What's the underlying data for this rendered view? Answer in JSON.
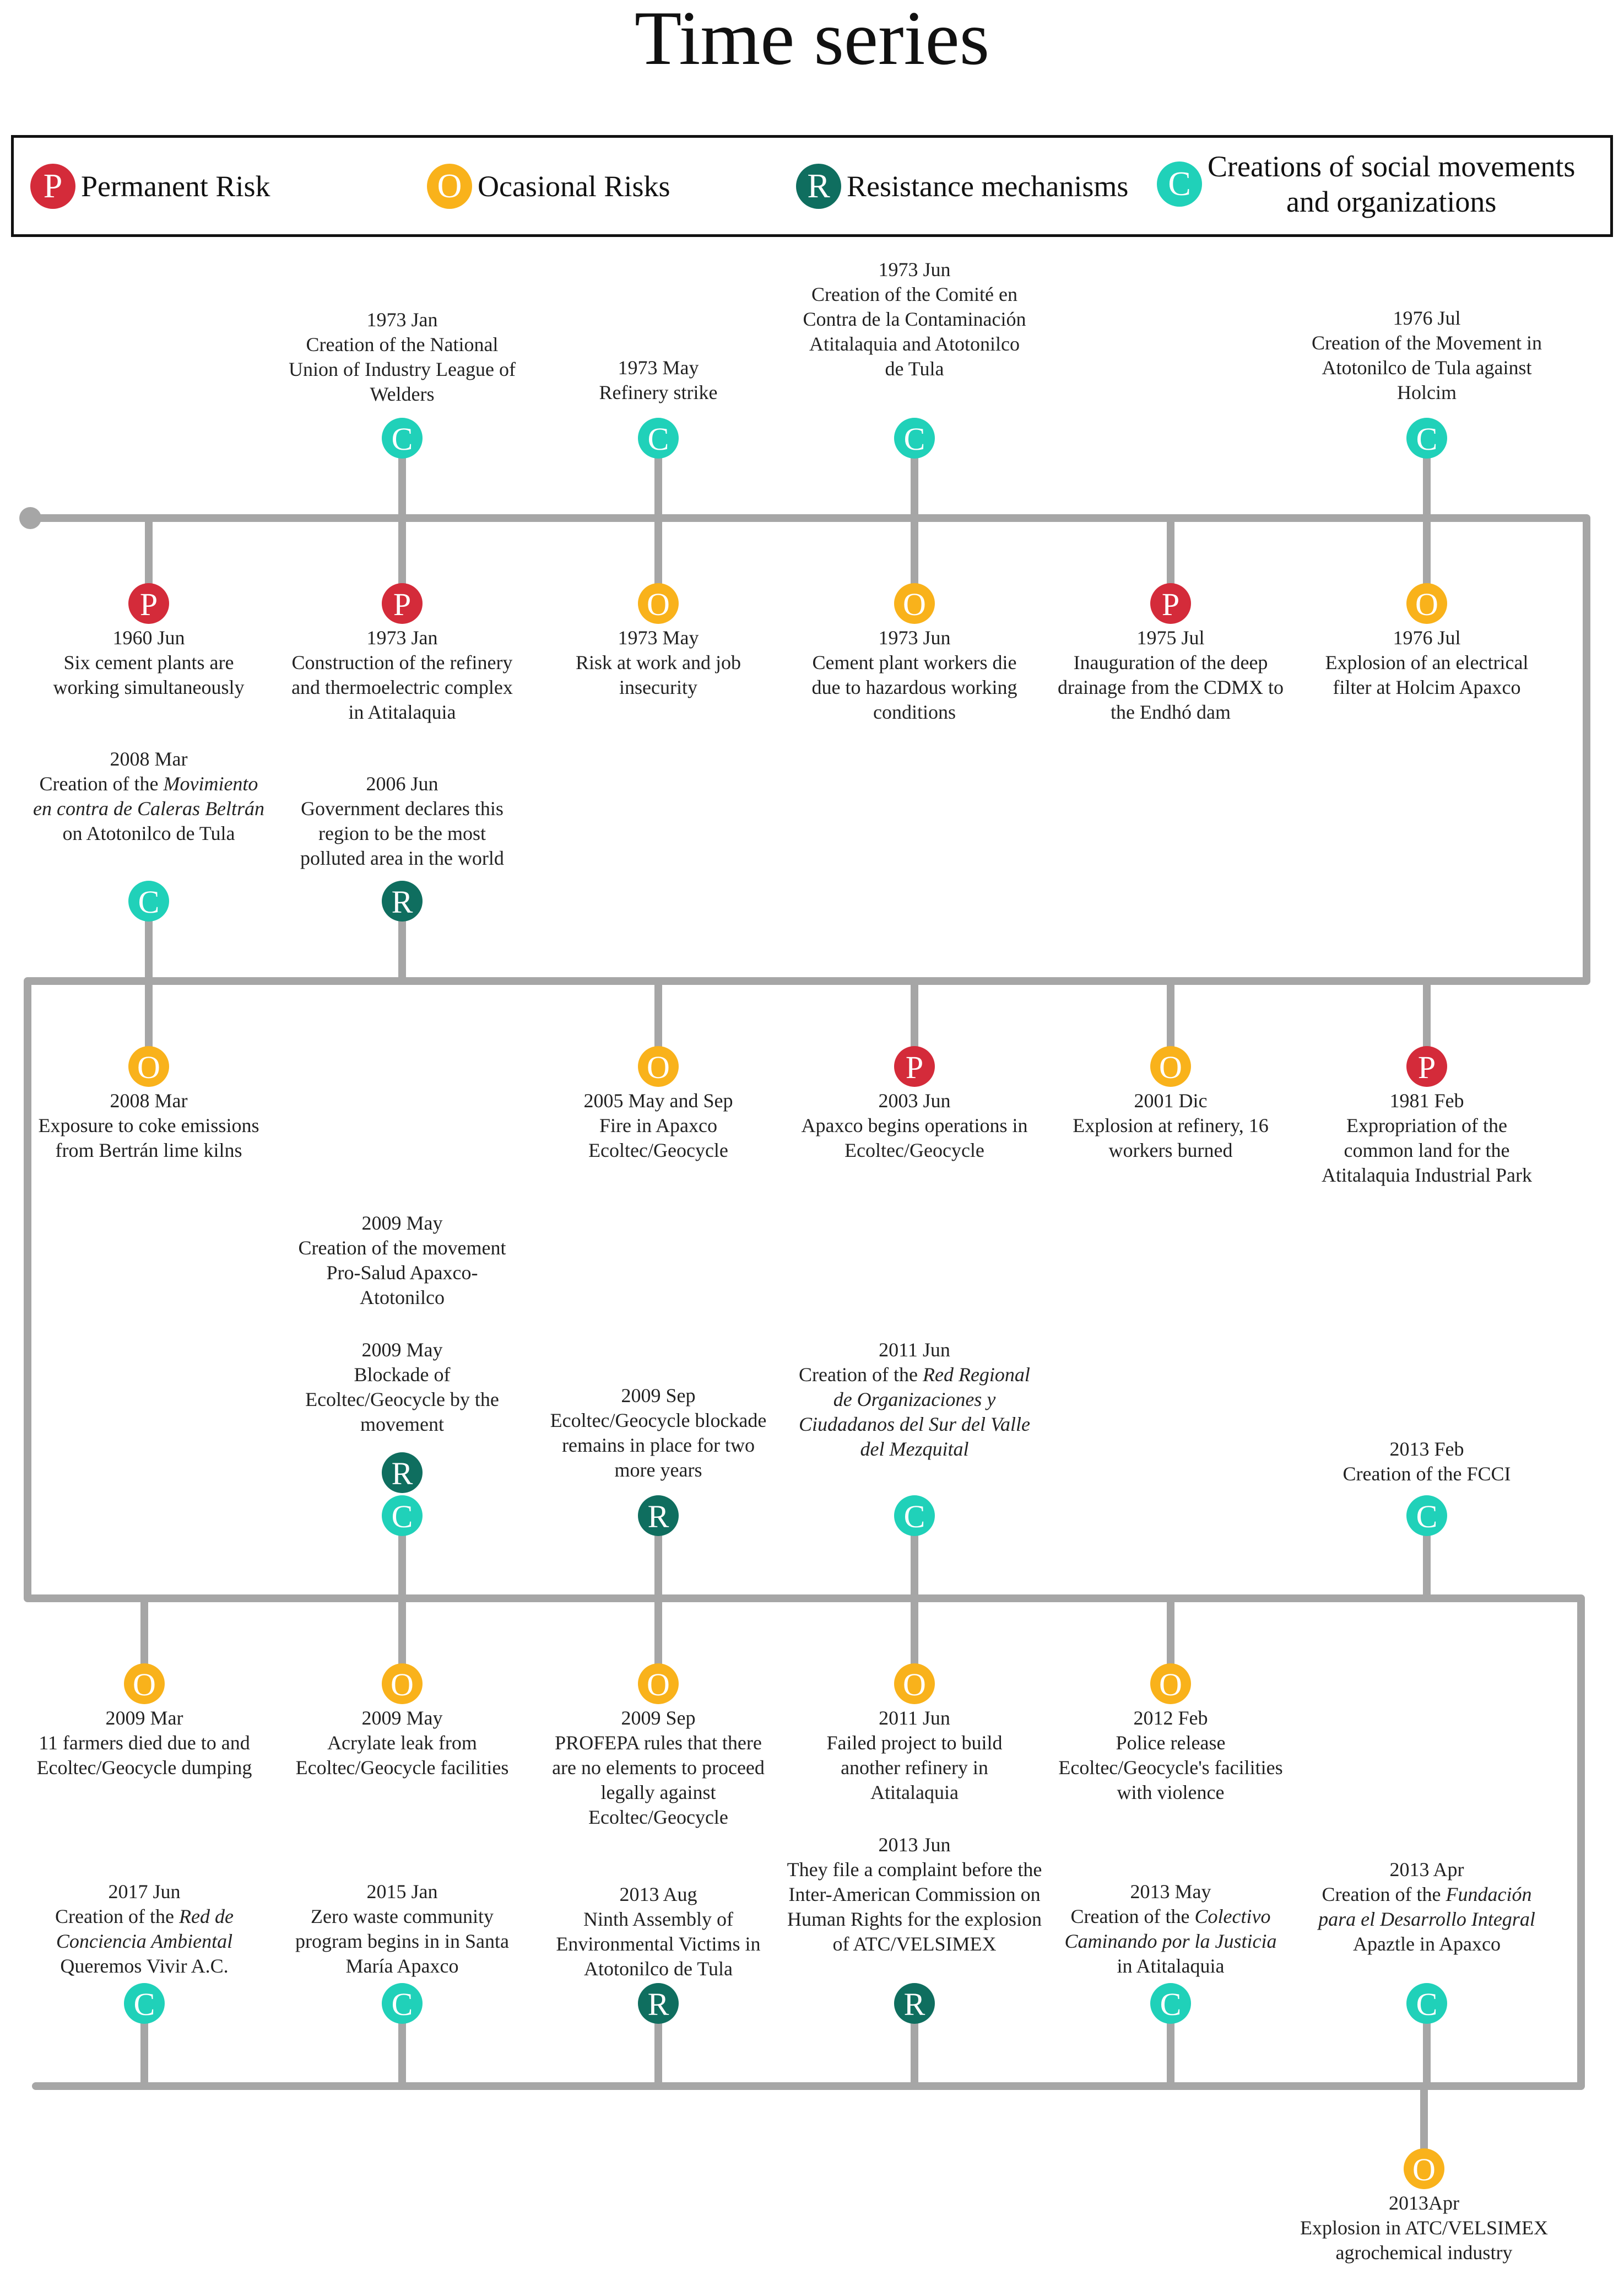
{
  "title": "Time series",
  "legend": [
    {
      "letter": "P",
      "label": "Permanent Risk",
      "color": "#d42b3a"
    },
    {
      "letter": "O",
      "label": "Ocasional Risks",
      "color": "#f9b21b"
    },
    {
      "letter": "R",
      "label": "Resistance mechanisms",
      "color": "#0f6e5f"
    },
    {
      "letter": "C",
      "label_lines": [
        "Creations of social movements",
        "and organizations"
      ],
      "color": "#20d1b9"
    }
  ],
  "colors": {
    "line": "#a6a6a6",
    "P": "#d42b3a",
    "O": "#f9b21b",
    "R": "#0f6e5f",
    "C": "#20d1b9"
  },
  "events": [
    {
      "type": "C",
      "date": "1973 Jan",
      "text": "Creation of the National Union of Industry League of Welders"
    },
    {
      "type": "C",
      "date": "1973 May",
      "text": "Refinery strike"
    },
    {
      "type": "C",
      "date": "1973 Jun",
      "text": "Creation of the Comité en Contra de la Contaminación Atitalaquia and Atotonilco de Tula"
    },
    {
      "type": "C",
      "date": "1976 Jul",
      "text": "Creation of the Movement in Atotonilco de Tula against Holcim"
    },
    {
      "type": "P",
      "date": "1960 Jun",
      "text": "Six cement plants are working simultaneously"
    },
    {
      "type": "P",
      "date": "1973 Jan",
      "text": "Construction of the refinery and thermoelectric complex in Atitalaquia"
    },
    {
      "type": "O",
      "date": "1973 May",
      "text": "Risk at work and job insecurity"
    },
    {
      "type": "O",
      "date": "1973 Jun",
      "text": "Cement plant workers die due to hazardous working conditions"
    },
    {
      "type": "P",
      "date": "1975 Jul",
      "text": "Inauguration of the deep drainage from the CDMX to the Endhó dam"
    },
    {
      "type": "O",
      "date": "1976 Jul",
      "text": "Explosion of an electrical filter at Holcim Apaxco"
    },
    {
      "type": "C",
      "date": "2008 Mar",
      "text": "Creation of the Movimiento en contra de Caleras Beltrán on Atotonilco de Tula"
    },
    {
      "type": "R",
      "date": "2006 Jun",
      "text": "Government declares this region to be the most polluted area in the world"
    },
    {
      "type": "O",
      "date": "2008 Mar",
      "text": "Exposure to coke emissions from Bertrán lime kilns"
    },
    {
      "type": "O",
      "date": "2005 May and Sep",
      "text": "Fire in Apaxco Ecoltec/Geocycle"
    },
    {
      "type": "P",
      "date": "2003 Jun",
      "text": "Apaxco begins operations in Ecoltec/Geocycle"
    },
    {
      "type": "O",
      "date": "2001 Dic",
      "text": "Explosion at refinery, 16 workers burned"
    },
    {
      "type": "P",
      "date": "1981 Feb",
      "text": "Expropriation of the common land for the Atitalaquia Industrial Park"
    },
    {
      "type": "C",
      "date": "2009 May",
      "text": "Creation of the movement Pro-Salud Apaxco-Atotonilco"
    },
    {
      "type": "R",
      "date": "2009 May",
      "text": "Blockade of Ecoltec/Geocycle by the movement"
    },
    {
      "type": "R",
      "date": "2009 Sep",
      "text": "Ecoltec/Geocycle blockade remains in place for two more years"
    },
    {
      "type": "C",
      "date": "2011 Jun",
      "text": "Creation of the Red Regional de Organizaciones y Ciudadanos del Sur del Valle del Mezquital"
    },
    {
      "type": "C",
      "date": "2013 Feb",
      "text": "Creation of the FCCI"
    },
    {
      "type": "O",
      "date": "2009 Mar",
      "text": "11 farmers died due to and Ecoltec/Geocycle dumping"
    },
    {
      "type": "O",
      "date": "2009 May",
      "text": "Acrylate leak from Ecoltec/Geocycle facilities"
    },
    {
      "type": "O",
      "date": "2009 Sep",
      "text": "PROFEPA rules that there are no elements to proceed legally against Ecoltec/Geocycle"
    },
    {
      "type": "O",
      "date": "2011 Jun",
      "text": "Failed project to build another refinery in Atitalaquia"
    },
    {
      "type": "O",
      "date": "2012 Feb",
      "text": "Police release Ecoltec/Geocycle's facilities with violence"
    },
    {
      "type": "C",
      "date": "2017 Jun",
      "text": "Creation of the Red de Conciencia Ambiental Queremos Vivir A.C."
    },
    {
      "type": "C",
      "date": "2015 Jan",
      "text": "Zero waste community program begins in in Santa María Apaxco"
    },
    {
      "type": "R",
      "date": "2013 Aug",
      "text": "Ninth Assembly of Environmental Victims in Atotonilco de Tula"
    },
    {
      "type": "R",
      "date": "2013 Jun",
      "text": "They file a complaint before the Inter-American Commission on Human Rights for the explosion of ATC/VELSIMEX"
    },
    {
      "type": "C",
      "date": "2013 May",
      "text": "Creation of the Colectivo Caminando por la Justicia in Atitalaquia"
    },
    {
      "type": "C",
      "date": "2013 Apr",
      "text": "Creation of the Fundación para el Desarrollo Integral Apaztle in Apaxco"
    },
    {
      "type": "O",
      "date": "2013Apr",
      "text": "Explosion in ATC/VELSIMEX agrochemical industry"
    }
  ]
}
